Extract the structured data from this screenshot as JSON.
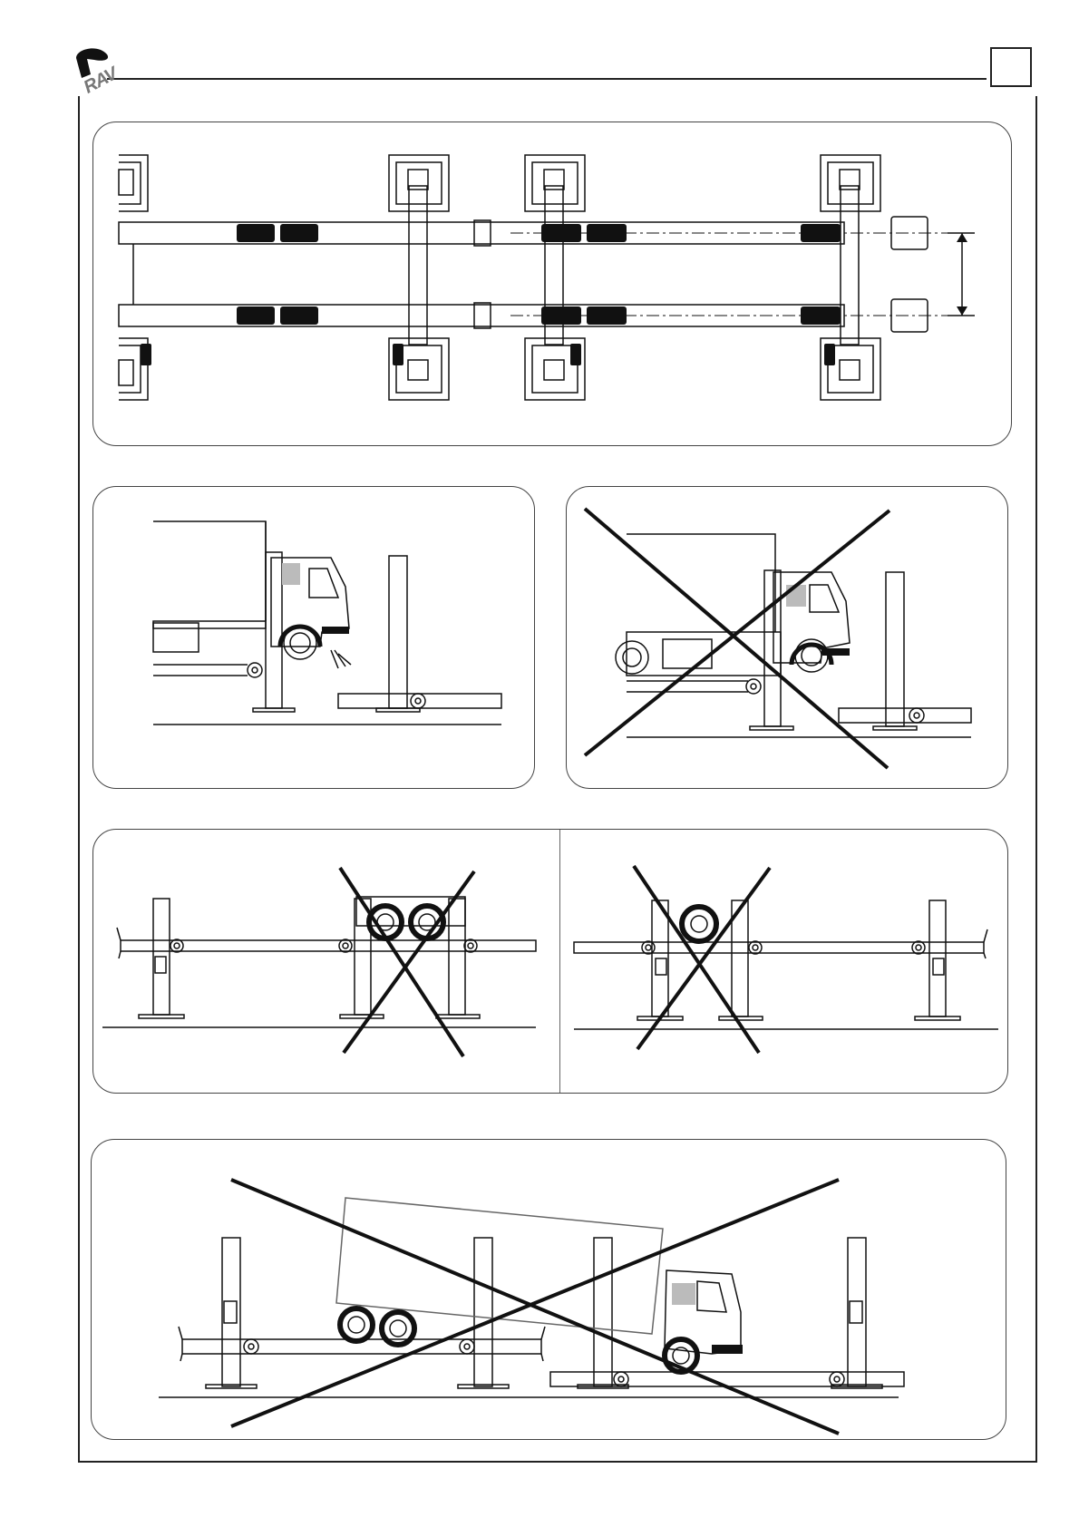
{
  "header": {
    "logo_text": "RAV",
    "page_number": ""
  },
  "figures": [
    {
      "id": "top-view-runways",
      "label": ""
    },
    {
      "id": "side-truck-correct",
      "label": ""
    },
    {
      "id": "side-truck-wrong",
      "label": ""
    },
    {
      "id": "wheels-between-columns-wrong",
      "label": ""
    },
    {
      "id": "wheel-on-crossbeam-wrong",
      "label": ""
    },
    {
      "id": "truck-tilted-wrong",
      "label": ""
    }
  ],
  "colors": {
    "line": "#000000",
    "frame": "#222222",
    "shade": "#bbbbbb"
  }
}
